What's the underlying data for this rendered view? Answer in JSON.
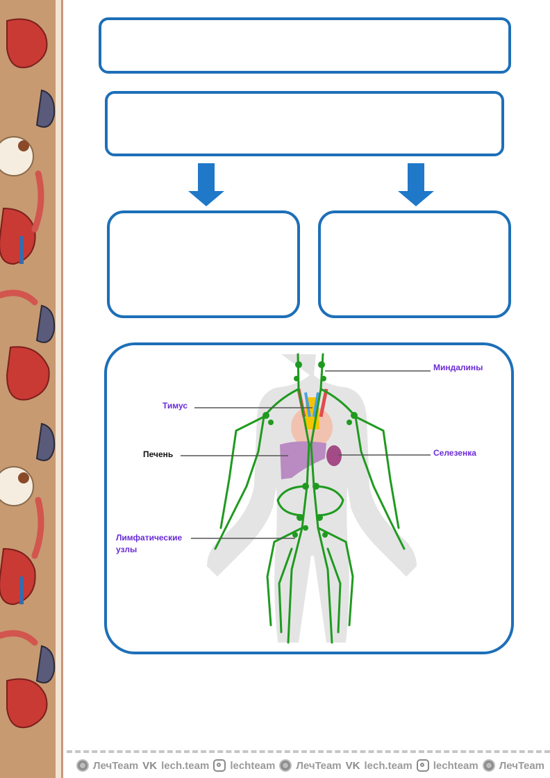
{
  "labels": {
    "tonsils": "Миндалины",
    "thymus": "Тимус",
    "liver": "Печень",
    "spleen": "Селезенка",
    "lymph_nodes": "Лимфатические узлы"
  },
  "footer": {
    "items": [
      {
        "type": "brand",
        "icon": "brain-icon",
        "text": "ЛечTeam"
      },
      {
        "type": "vk",
        "icon": "vk-icon",
        "text": "lech.team"
      },
      {
        "type": "instagram",
        "icon": "instagram-icon",
        "text": "lechteam"
      },
      {
        "type": "brand",
        "icon": "brain-icon",
        "text": "ЛечTeam"
      },
      {
        "type": "vk",
        "icon": "vk-icon",
        "text": "lech.team"
      },
      {
        "type": "instagram",
        "icon": "instagram-icon",
        "text": "lechteam"
      },
      {
        "type": "brand",
        "icon": "brain-icon",
        "text": "ЛечTeam"
      }
    ]
  },
  "colors": {
    "box_border": "#1d6fb8",
    "arrow": "#1f78c8",
    "label_purple": "#6a2bd6",
    "lymph_green": "#1f9a1f",
    "body_silhouette": "#e4e4e4",
    "liver": "#b98bc2",
    "spleen": "#a44a86"
  }
}
